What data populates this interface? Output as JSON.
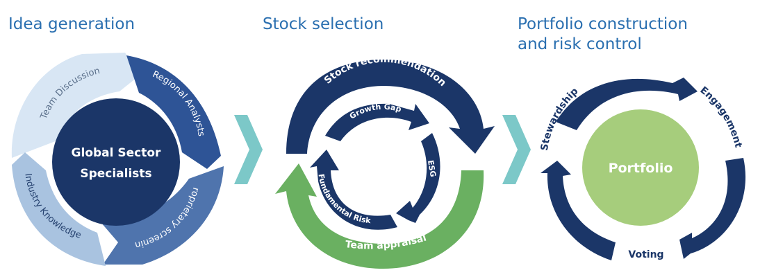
{
  "sections": {
    "idea": {
      "title": "Idea generation"
    },
    "stock": {
      "title": "Stock selection"
    },
    "portfolio": {
      "title_line1": "Portfolio construction",
      "title_line2": "and risk control"
    }
  },
  "idea_cycle": {
    "center_line1": "Global Sector",
    "center_line2": "Specialists",
    "segments": [
      "Team Discussion",
      "Regional Analysts",
      "Proprietary screening",
      "Industry Knowledge"
    ]
  },
  "stock_cycle": {
    "outer_top": "Stock recommendation",
    "outer_bottom": "Team appraisal",
    "inner": [
      "Growth Gap",
      "ESG",
      "Fundamental Risk"
    ]
  },
  "portfolio_cycle": {
    "center": "Portfolio",
    "labels": [
      "Stewardship",
      "Engagement",
      "Voting"
    ]
  },
  "colors": {
    "heading": "#2a6fb0",
    "navy": "#1b3668",
    "mid_blue": "#2e5496",
    "steel_blue": "#4f74ad",
    "light_blue": "#d8e6f4",
    "pale_blue": "#a9c3e0",
    "green": "#6ab061",
    "light_green": "#a6cd7c",
    "teal": "#7cc8c8"
  }
}
